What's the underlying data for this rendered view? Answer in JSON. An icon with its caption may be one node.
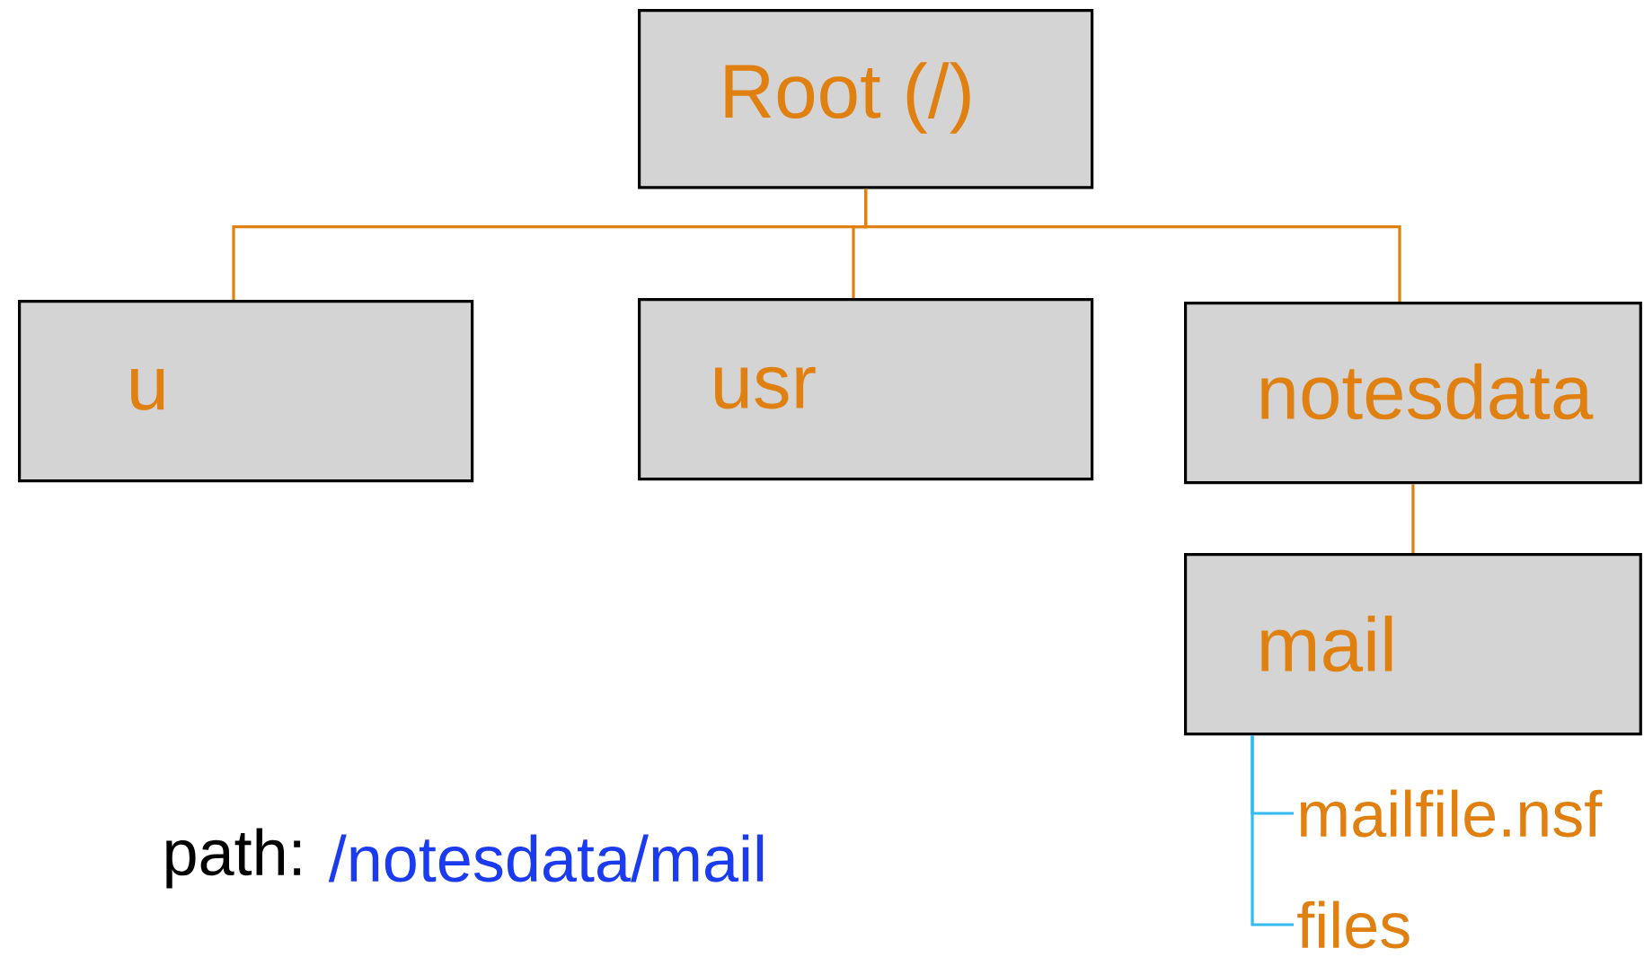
{
  "diagram": {
    "nodes": [
      {
        "text": [
          "Root (/)"
        ]
      },
      {
        "text": [
          "u"
        ]
      },
      {
        "text": [
          "usr"
        ]
      },
      {
        "text": [
          "notesdata"
        ]
      },
      {
        "text": [
          "mail"
        ]
      },
      {
        "text": [
          "mailfile.nsf"
        ]
      },
      {
        "text": [
          "files"
        ]
      }
    ],
    "edges": [
      {
        "from": 0,
        "to": 1,
        "arrow": "none"
      },
      {
        "from": 0,
        "to": 2,
        "arrow": "none"
      },
      {
        "from": 0,
        "to": 3,
        "arrow": "none"
      },
      {
        "from": 3,
        "to": 4,
        "arrow": "none"
      },
      {
        "from": 4,
        "to": 5,
        "arrow": "none",
        "color": "#33bbee"
      },
      {
        "from": 4,
        "to": 6,
        "arrow": "none",
        "color": "#33bbee"
      }
    ],
    "labels": [
      "path:",
      "/notesdata/mail"
    ]
  }
}
